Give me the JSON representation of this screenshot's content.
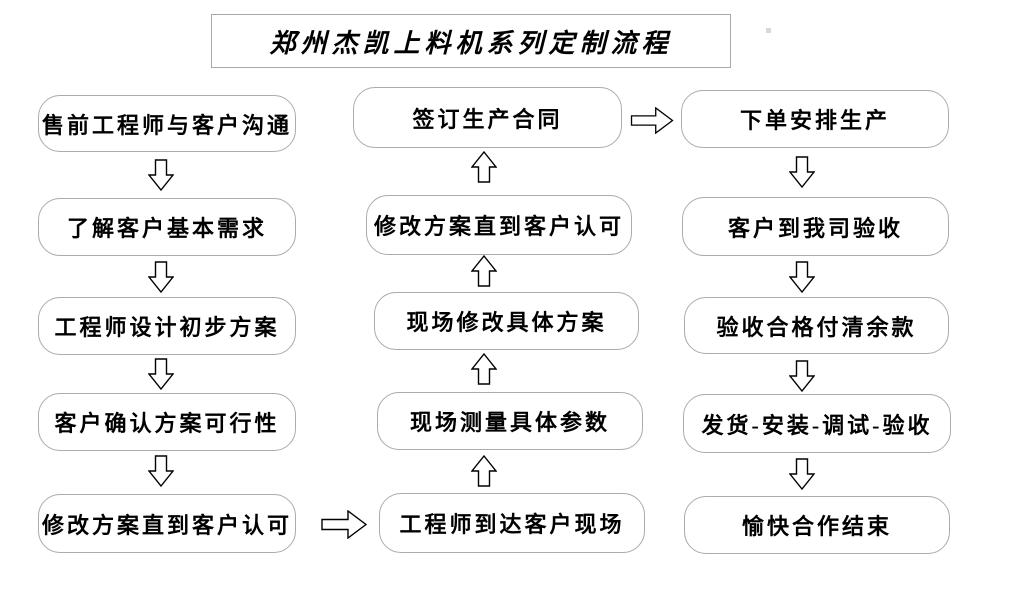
{
  "title": "郑州杰凯上料机系列定制流程",
  "flowchart": {
    "columns": [
      {
        "name": "left",
        "flow_direction": "down",
        "nodes": [
          "售前工程师与客户沟通",
          "了解客户基本需求",
          "工程师设计初步方案",
          "客户确认方案可行性",
          "修改方案直到客户认可"
        ]
      },
      {
        "name": "middle",
        "flow_direction": "up",
        "nodes": [
          "签订生产合同",
          "修改方案直到客户认可",
          "现场修改具体方案",
          "现场测量具体参数",
          "工程师到达客户现场"
        ]
      },
      {
        "name": "right",
        "flow_direction": "down",
        "nodes": [
          "下单安排生产",
          "客户到我司验收",
          "验收合格付清余款",
          "发货-安装-调试-验收",
          "愉快合作结束"
        ]
      }
    ],
    "connectors": [
      {
        "type": "arrow-right",
        "from_column": "left",
        "from_node": 4,
        "to_column": "middle",
        "to_node": 4
      },
      {
        "type": "arrow-right",
        "from_column": "middle",
        "from_node": 0,
        "to_column": "right",
        "to_node": 0
      }
    ]
  },
  "colors": {
    "background": "#ffffff",
    "box_fill": "#ffffff",
    "box_border": "#ababab",
    "text": "#000000",
    "arrow_fill": "#ffffff",
    "arrow_outline": "#000000"
  }
}
